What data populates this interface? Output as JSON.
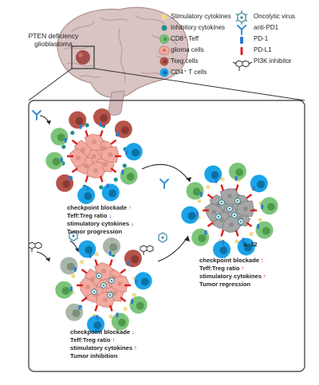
{
  "brain_label": "PTEN deficiency glioblastoma",
  "legend_left": [
    {
      "label": "Stimulatory cytokines",
      "icon": "stimulatory-cytokine-icon",
      "color": "#f3d98a"
    },
    {
      "label": "Inhibitory cytokines",
      "icon": "inhibitory-cytokine-icon",
      "color": "#1e8f8a"
    },
    {
      "label": "CD8⁺ Teff",
      "icon": "cd8-teff-icon",
      "color": "#7cc47a"
    },
    {
      "label": "glioma cells",
      "icon": "glioma-cell-icon",
      "color": "#f2a9a0"
    },
    {
      "label": "Treg cells",
      "icon": "treg-cell-icon",
      "color": "#b5544a"
    },
    {
      "label": "CD4⁺ T cells",
      "icon": "cd4-t-cell-icon",
      "color": "#1aa3e8"
    }
  ],
  "legend_right": [
    {
      "label": "Oncolytic virus",
      "icon": "oncolytic-virus-icon",
      "color": "#3a8a99"
    },
    {
      "label": "anti-PD1",
      "icon": "anti-pd1-icon",
      "color": "#3a8fd1"
    },
    {
      "label": "PD-1",
      "icon": "pd1-icon",
      "color": "#2f79d6"
    },
    {
      "label": "PD-L1",
      "icon": "pdl1-icon",
      "color": "#d8221e"
    },
    {
      "label": "PI3K inhibitor",
      "icon": "pi3k-inhibitor-icon",
      "color": "#333333"
    }
  ],
  "panels": {
    "top_left": [
      {
        "text": "checkpoint blockade",
        "arrow": "up"
      },
      {
        "text": "Teff:Treg ratio",
        "arrow": "down"
      },
      {
        "text": "stimulatory cytokines",
        "arrow": "down"
      },
      {
        "text": "Tumor progression",
        "arrow": ""
      }
    ],
    "bottom_left": [
      {
        "text": "checkpoint blockade",
        "arrow": "down"
      },
      {
        "text": "Teff:Treg ratio",
        "arrow": "up"
      },
      {
        "text": "stimulatory cytokines",
        "arrow": "up"
      },
      {
        "text": "Tumor inhibition",
        "arrow": ""
      }
    ],
    "right": [
      {
        "text": "checkpoint blockade",
        "arrow": "up"
      },
      {
        "text": "Teff:Treg ratio",
        "arrow": "up"
      },
      {
        "text": "stimulatory cytokines",
        "arrow": "up"
      },
      {
        "text": "Tumor regression",
        "arrow": ""
      }
    ]
  },
  "il12_label": "IL-12",
  "arrow_glyphs": {
    "up": "↑",
    "down": "↓"
  },
  "colors": {
    "frame": "#333333",
    "brain": "#d9c3c3",
    "brain_fold": "#c7a9a9",
    "brain_outline": "#b08f8f",
    "glioma_dark": "#f2a9a0",
    "glioma_grey": "#9c9c9c",
    "arrow_up": "#d11a1a",
    "arrow_down": "#1d3fd1"
  }
}
